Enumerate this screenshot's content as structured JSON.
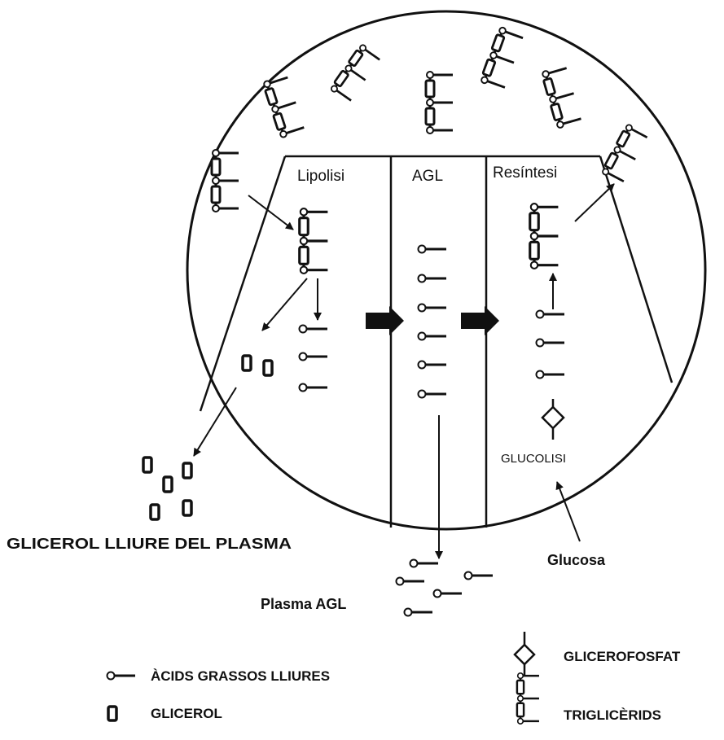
{
  "diagram": {
    "headers": {
      "lipolysis": "Lipolisi",
      "ffa": "AGL",
      "resynthesis": "Resíntesi"
    },
    "labels": {
      "glycolysis": "GLUCOLISI",
      "glucose": "Glucosa",
      "plasma_ffa": "Plasma AGL",
      "plasma_glycerol": "GLICEROL LLIURE DEL PLASMA"
    },
    "legend": {
      "free_fatty_acids": "ÀCIDS GRASSOS LLIURES",
      "glycerol": "GLICEROL",
      "glycerophosphate": "GLICEROFOSFAT",
      "triglycerides": "TRIGLICÈRIDS"
    },
    "colors": {
      "ink": "#111111",
      "background": "#ffffff"
    },
    "icons": [
      "fatty-acid-icon",
      "glycerol-icon",
      "glycerophosphate-icon",
      "triglyceride-icon",
      "flow-arrow-icon"
    ]
  }
}
